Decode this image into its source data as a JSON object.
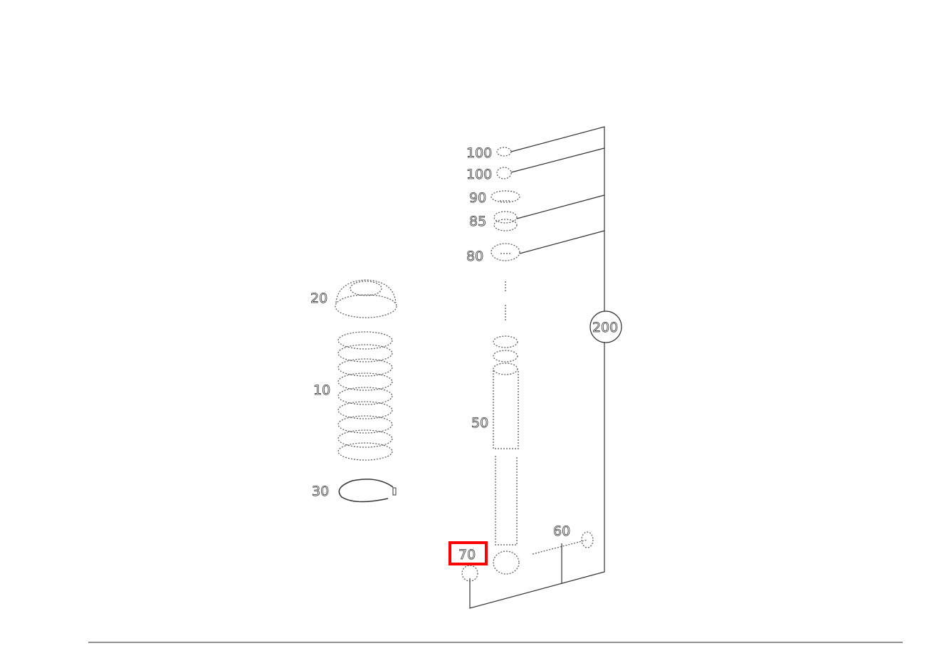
{
  "diagram": {
    "labels": {
      "p100a": "100",
      "p100b": "100",
      "p90": "90",
      "p85": "85",
      "p80": "80",
      "p200": "200",
      "p20": "20",
      "p10": "10",
      "p50": "50",
      "p30": "30",
      "p60": "60",
      "p70": "70"
    },
    "highlighted_label": "70",
    "highlight_color": "#ff0000"
  }
}
